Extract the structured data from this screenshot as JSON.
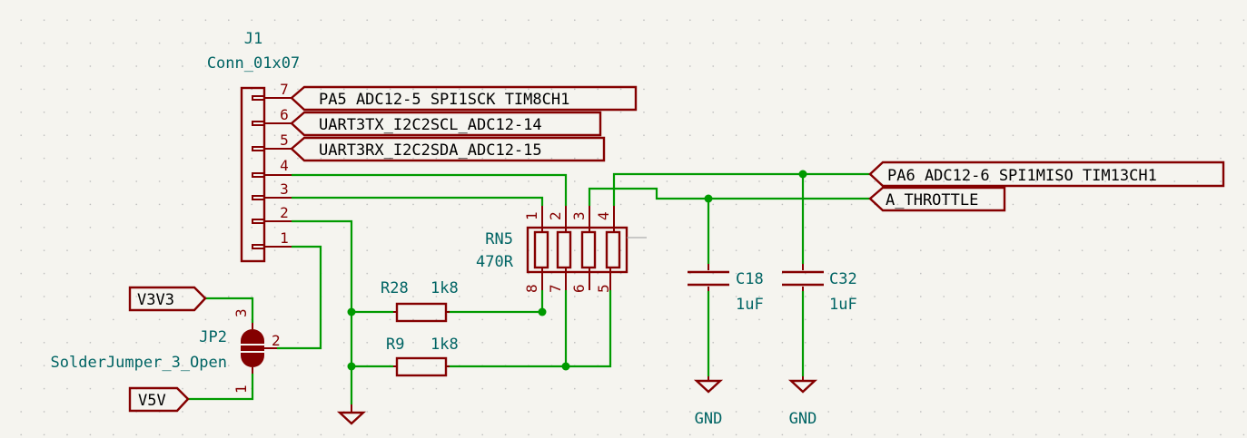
{
  "connector": {
    "ref": "J1",
    "value": "Conn_01x07",
    "pins": [
      "7",
      "6",
      "5",
      "4",
      "3",
      "2",
      "1"
    ]
  },
  "labels": {
    "pa5": "PA5 ADC12-5 SPI1SCK TIM8CH1",
    "uart3tx": "UART3TX_I2C2SCL_ADC12-14",
    "uart3rx": "UART3RX_I2C2SDA_ADC12-15",
    "pa6": "PA6 ADC12-6 SPI1MISO TIM13CH1",
    "throttle": "A_THROTTLE",
    "v3v3": "V3V3",
    "v5v": "V5V"
  },
  "resistor_network": {
    "ref": "RN5",
    "value": "470R",
    "top_pins": [
      "1",
      "2",
      "3",
      "4"
    ],
    "bottom_pins": [
      "8",
      "7",
      "6",
      "5"
    ]
  },
  "resistors": [
    {
      "ref": "R28",
      "value": "1k8"
    },
    {
      "ref": "R9",
      "value": "1k8"
    }
  ],
  "capacitors": [
    {
      "ref": "C18",
      "value": "1uF"
    },
    {
      "ref": "C32",
      "value": "1uF"
    }
  ],
  "jumper": {
    "ref": "JP2",
    "value": "SolderJumper_3_Open",
    "pins": [
      "3",
      "2",
      "1"
    ]
  },
  "ground_labels": [
    "GND",
    "GND"
  ],
  "colors": {
    "wire": "#009a00",
    "symbol": "#840000",
    "reference": "#006464",
    "label_text": "#000000",
    "background": "#f5f4ef"
  }
}
